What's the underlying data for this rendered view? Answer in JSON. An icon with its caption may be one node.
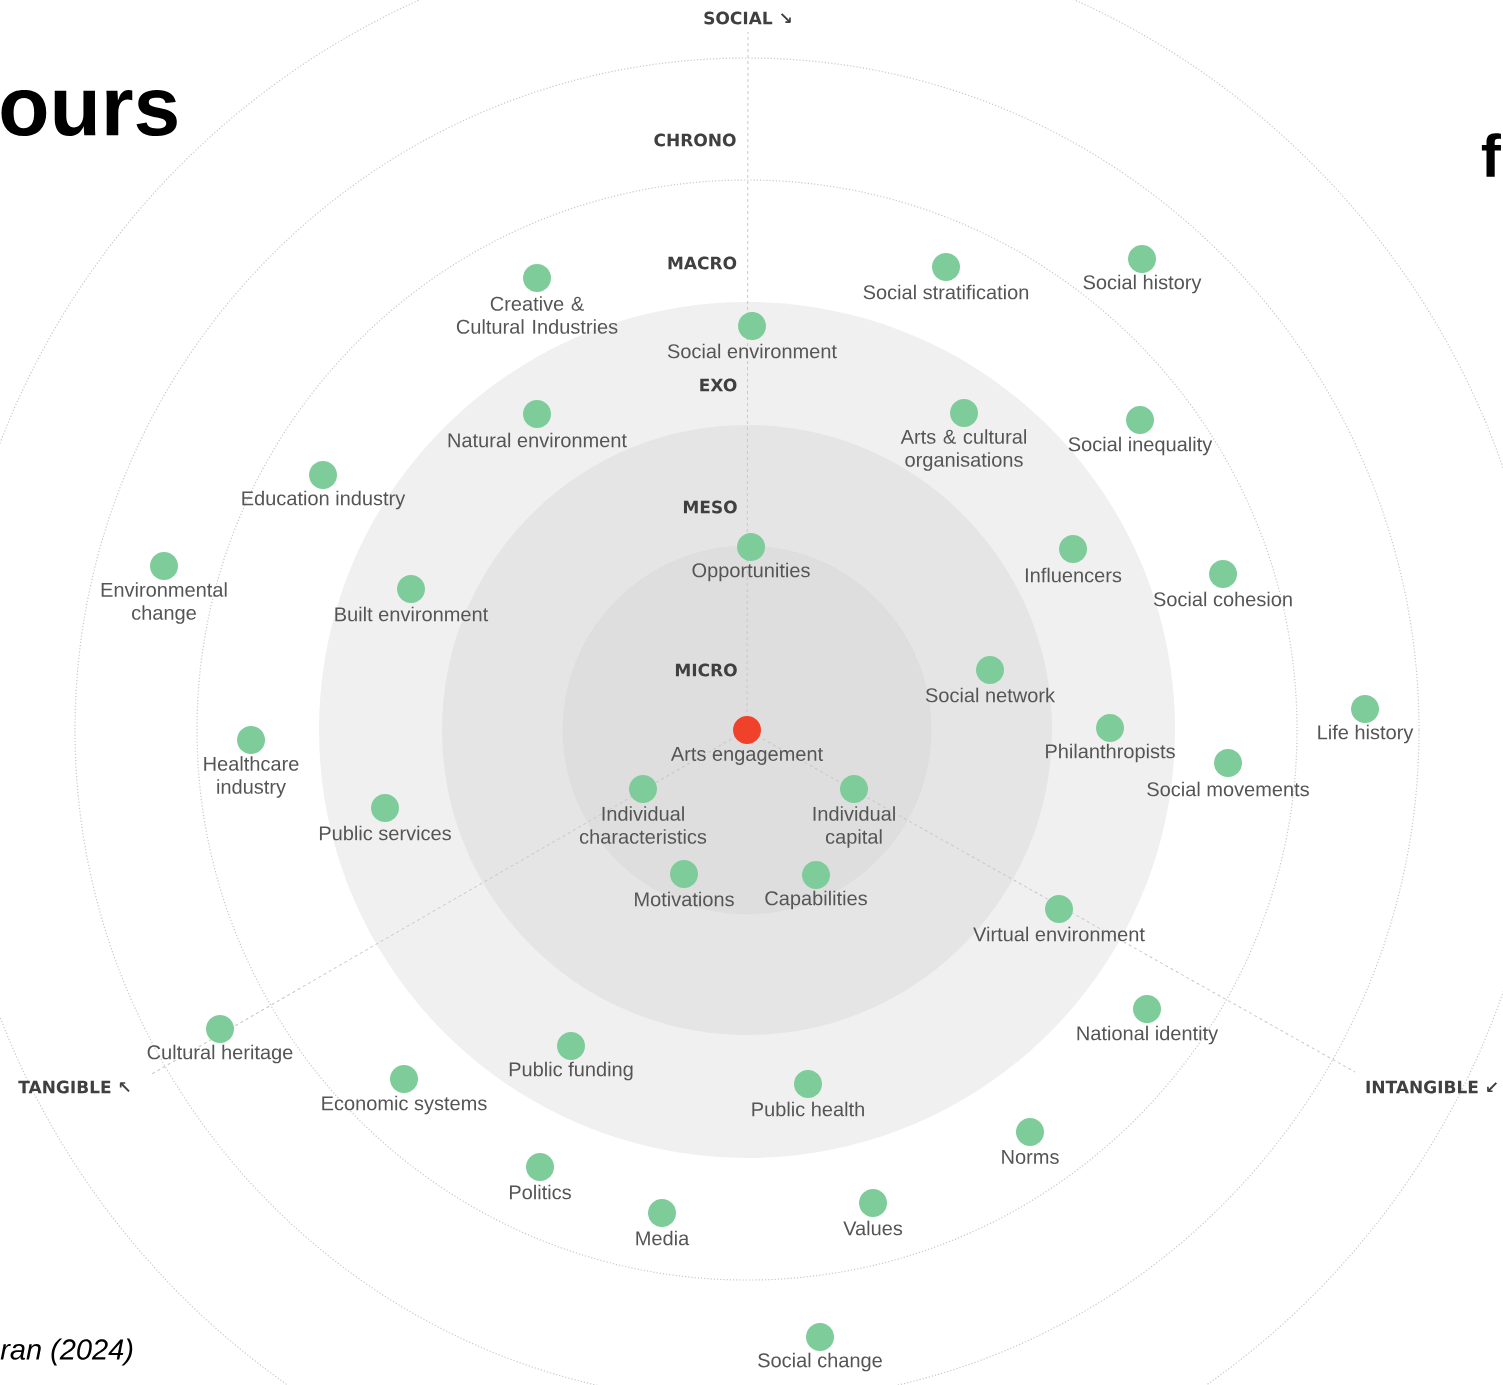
{
  "diagram": {
    "title": "ours",
    "caption": "ran (2024)",
    "nodes": [
      {
        "text": [
          "Social history"
        ]
      },
      {
        "text": [
          "Social stratification"
        ]
      },
      {
        "text": [
          "Creative & Cultural Industries"
        ]
      },
      {
        "text": [
          "Social environment"
        ]
      },
      {
        "text": [
          "Arts & cultural organisations"
        ]
      },
      {
        "text": [
          "Natural environment"
        ]
      },
      {
        "text": [
          "Social inequality"
        ]
      },
      {
        "text": [
          "Education industry"
        ]
      },
      {
        "text": [
          "Opportunities"
        ]
      },
      {
        "text": [
          "Influencers"
        ]
      },
      {
        "text": [
          "Environmental change"
        ]
      },
      {
        "text": [
          "Social cohesion"
        ]
      },
      {
        "text": [
          "Built environment"
        ]
      },
      {
        "text": [
          "Social network"
        ]
      },
      {
        "text": [
          "Life history"
        ]
      },
      {
        "text": [
          "Philanthropists"
        ]
      },
      {
        "text": [
          "Arts engagement"
        ]
      },
      {
        "text": [
          "Healthcare industry"
        ]
      },
      {
        "text": [
          "Social movements"
        ]
      },
      {
        "text": [
          "Individual characteristics"
        ]
      },
      {
        "text": [
          "Individual capital"
        ]
      },
      {
        "text": [
          "Public services"
        ]
      },
      {
        "text": [
          "Motivations"
        ]
      },
      {
        "text": [
          "Capabilities"
        ]
      },
      {
        "text": [
          "Virtual environment"
        ]
      },
      {
        "text": [
          "National identity"
        ]
      },
      {
        "text": [
          "Cultural heritage"
        ]
      },
      {
        "text": [
          "Public funding"
        ]
      },
      {
        "text": [
          "Economic systems"
        ]
      },
      {
        "text": [
          "Public health"
        ]
      },
      {
        "text": [
          "Norms"
        ]
      },
      {
        "text": [
          "Politics"
        ]
      },
      {
        "text": [
          "Values"
        ]
      },
      {
        "text": [
          "Media"
        ]
      },
      {
        "text": [
          "Social change"
        ]
      }
    ],
    "labels": [
      "SOCIAL ↘",
      "CHRONO",
      "f",
      "MACRO",
      "EXO",
      "MESO",
      "MICRO",
      "TANGIBLE ↖",
      "INTANGIBLE ↙"
    ]
  }
}
